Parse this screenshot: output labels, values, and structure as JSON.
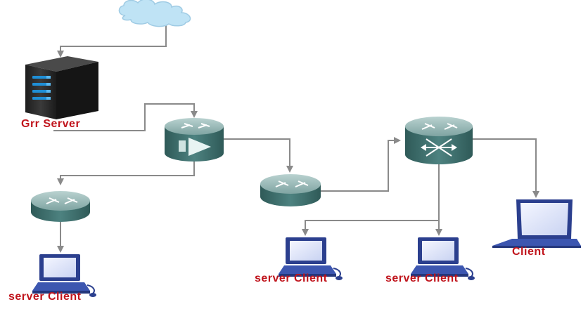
{
  "labels": {
    "grr_server": "Grr Server",
    "client_left": "server  Client",
    "client_mid": "server  Client",
    "client_right_ws": "server  Client",
    "client_laptop": "Client"
  },
  "colors": {
    "link": "#8a8a8a",
    "label": "#c0141c",
    "router_top": "#8fb2b0",
    "router_body": "#3e6f6d",
    "server_body": "#2b2b2b",
    "server_led": "#1f8fd6",
    "cloud": "#bfe3f5",
    "monitor": "#2b3f8e"
  },
  "icons": [
    "cloud-icon",
    "server-tower-icon",
    "router-icon",
    "switch-icon",
    "workstation-icon",
    "laptop-icon"
  ]
}
